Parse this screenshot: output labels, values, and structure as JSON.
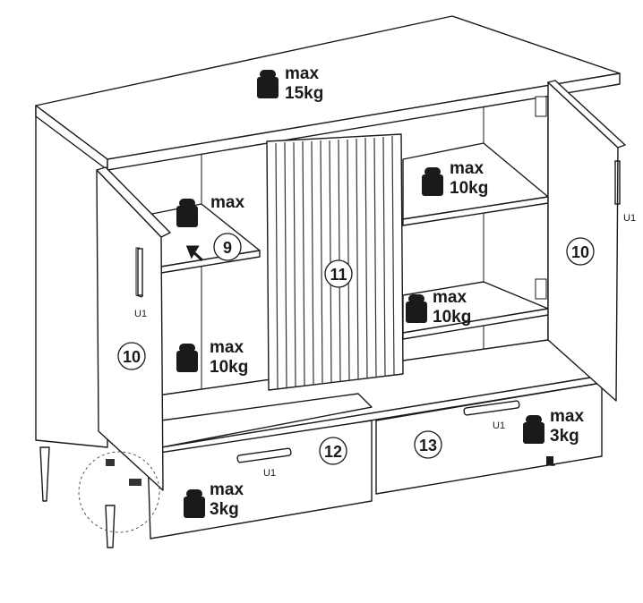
{
  "title": "Sideboard load capacity diagram",
  "weights": {
    "top": {
      "line1": "max",
      "line2": "15kg"
    },
    "left_shelf": {
      "line1": "max"
    },
    "left_bottom": {
      "line1": "max",
      "line2": "10kg"
    },
    "right_upper": {
      "line1": "max",
      "line2": "10kg"
    },
    "right_lower": {
      "line1": "max",
      "line2": "10kg"
    },
    "left_drawer": {
      "line1": "max",
      "line2": "3kg"
    },
    "right_drawer": {
      "line1": "max",
      "line2": "3kg"
    }
  },
  "parts": {
    "shelf": "9",
    "left_door": "10",
    "right_door": "10",
    "middle_door": "11",
    "left_drawer": "12",
    "right_drawer": "13"
  },
  "handles": {
    "left_door": "U1",
    "right_door": "U1",
    "left_drawer": "U1",
    "right_drawer": "U1"
  },
  "colors": {
    "line": "#1a1a1a",
    "background": "#ffffff"
  }
}
